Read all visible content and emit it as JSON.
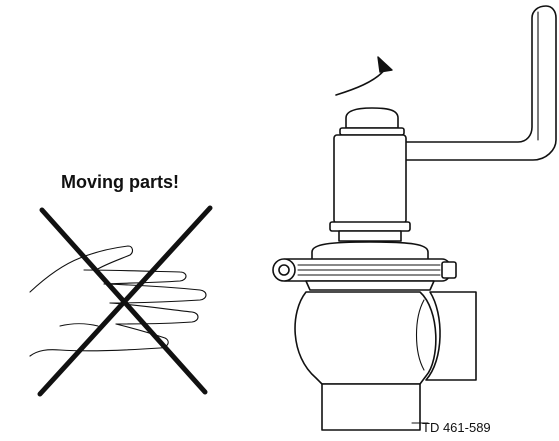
{
  "warning": {
    "text": "Moving parts!"
  },
  "drawing": {
    "code": "TD 461-589"
  },
  "icons": [
    "hand-icon",
    "cross-out-icon",
    "rotation-arrow-icon",
    "valve-drawing"
  ]
}
